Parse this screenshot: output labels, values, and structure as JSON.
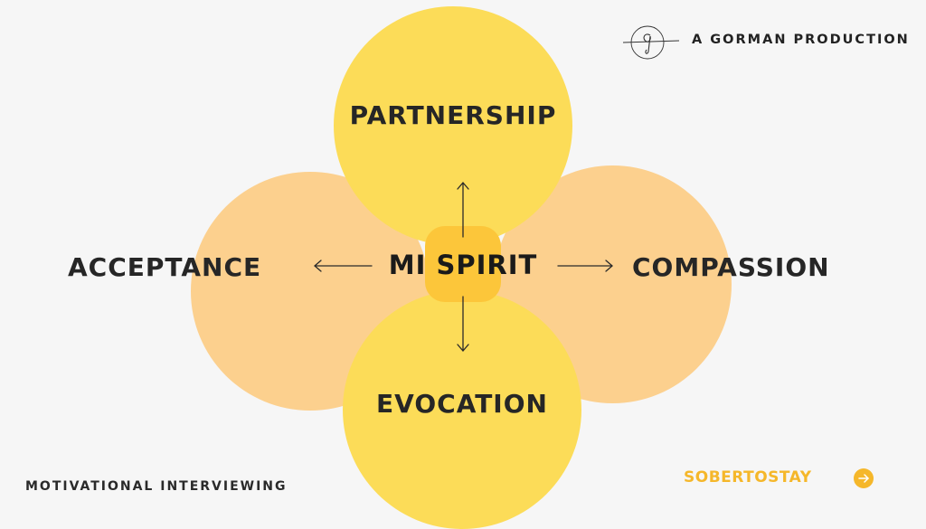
{
  "diagram": {
    "center": "MI SPIRIT",
    "top": "PARTNERSHIP",
    "bottom": "EVOCATION",
    "left": "ACCEPTANCE",
    "right": "COMPASSION"
  },
  "branding": {
    "logo_icon": "signature-g-logo",
    "producer": "A GORMAN PRODUCTION"
  },
  "footer": {
    "subject": "MOTIVATIONAL INTERVIEWING",
    "channel": "SOBERTOSTAY",
    "next_icon": "arrow-right-icon"
  },
  "colors": {
    "background": "#f6f6f6",
    "side_circles": "#fcd08e",
    "main_circles": "#fcdc58",
    "core": "#fcc63a",
    "accent": "#f5b72a",
    "text": "#262626"
  }
}
